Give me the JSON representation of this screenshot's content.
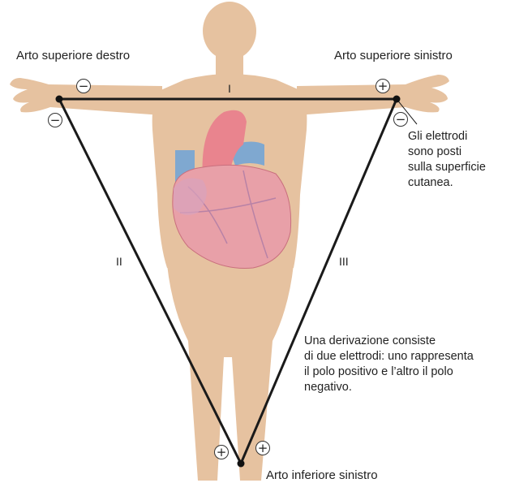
{
  "labels": {
    "right_arm": "Arto superiore destro",
    "left_arm": "Arto superiore sinistro",
    "left_leg": "Arto inferiore sinistro"
  },
  "leads": {
    "I": "I",
    "II": "II",
    "III": "III"
  },
  "notes": {
    "electrodes": [
      "Gli elettrodi",
      "sono posti",
      "sulla superficie",
      "cutanea."
    ],
    "lead_definition": [
      "Una derivazione consiste",
      "di due elettrodi: uno rappresenta",
      "il polo positivo e l’altro il polo",
      "negativo."
    ]
  },
  "signs": {
    "right_arm_lead1": "−",
    "right_arm_lead2": "−",
    "left_arm_lead1": "+",
    "left_arm_lead3": "−",
    "left_leg_lead2": "+",
    "left_leg_lead3": "+"
  },
  "colors": {
    "skin": "#e6c2a0",
    "heart": "#e8a0a8",
    "heart_dark": "#d77f8c",
    "aorta": "#e9848e",
    "vein": "#7fa8d0",
    "lines": "#1a1a1a"
  }
}
